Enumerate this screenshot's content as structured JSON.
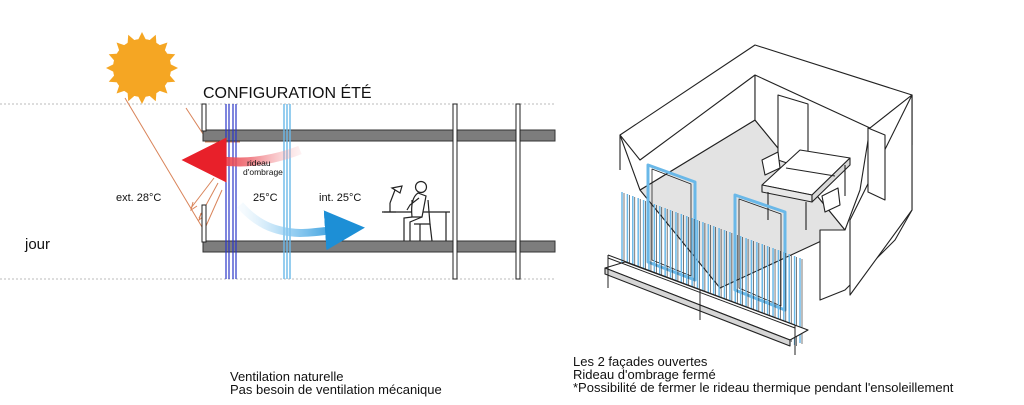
{
  "section": {
    "title": "CONFIGURATION ÉTÉ",
    "time_label": "jour",
    "ext_temp": "ext. 28°C",
    "cavity_temp": "25°C",
    "int_temp": "int. 25°C",
    "curtain_label_line1": "rideau",
    "curtain_label_line2": "d'ombrage"
  },
  "captions": {
    "left": [
      "Ventilation naturelle",
      "Pas besoin de ventilation mécanique"
    ],
    "right": [
      "Les 2 façades ouvertes",
      "Rideau d'ombrage fermé",
      "*Possibilité de fermer le rideau thermique pendant l'ensoleillement"
    ]
  },
  "colors": {
    "sun": "#f5a623",
    "warm_arrow": "#e8202a",
    "cool_arrow": "#1d8fd6",
    "facade_blue": "#2a35c8",
    "curtain_blue": "#6ab8e8",
    "slab_gray": "#7d7d7d",
    "sun_ray": "#d9845a"
  }
}
